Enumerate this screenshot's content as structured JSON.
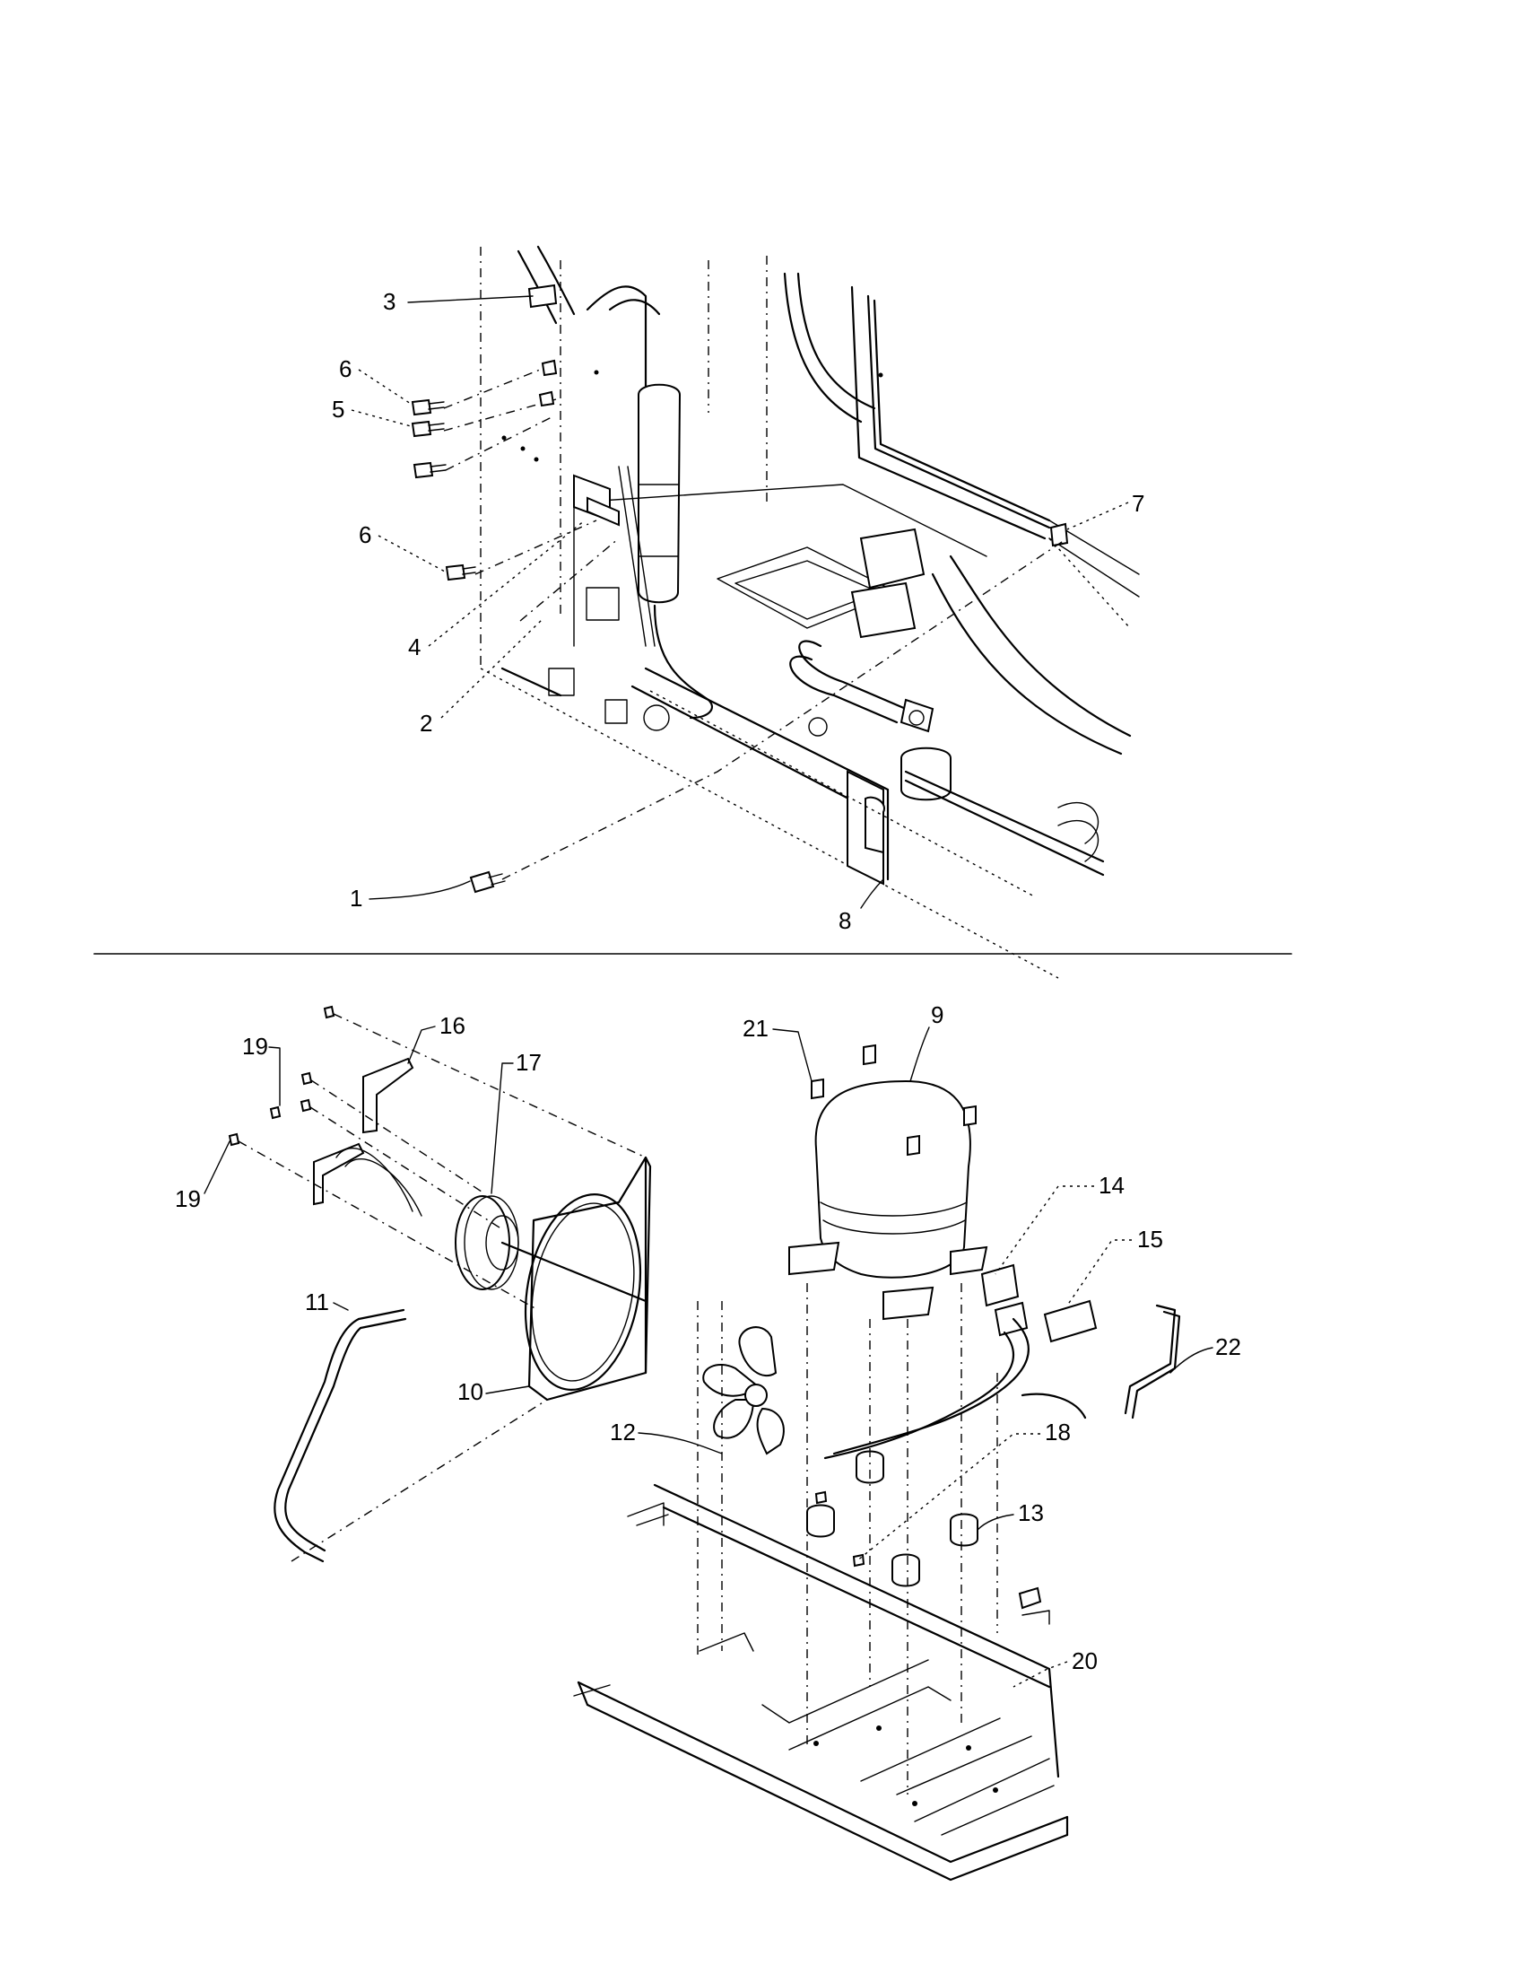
{
  "diagram": {
    "upper_callouts": [
      "3",
      "6",
      "5",
      "6",
      "4",
      "2",
      "1",
      "7",
      "8"
    ],
    "lower_callouts": [
      "19",
      "16",
      "17",
      "19",
      "11",
      "10",
      "12",
      "21",
      "9",
      "14",
      "15",
      "22",
      "18",
      "13",
      "20"
    ]
  }
}
